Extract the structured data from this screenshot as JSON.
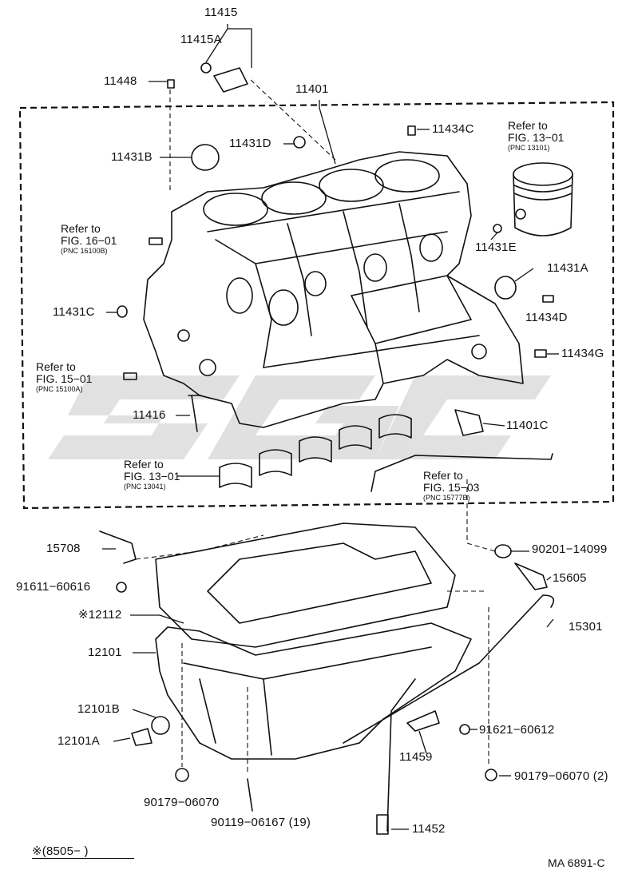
{
  "diagram_code": "MA 6891-C",
  "footnote": "※(8505−        )",
  "refs": [
    {
      "id": "ref-16-01",
      "line1": "Refer to",
      "line2": "FIG. 16−01",
      "line3": "(PNC 16100B)"
    },
    {
      "id": "ref-15-01",
      "line1": "Refer to",
      "line2": "FIG. 15−01",
      "line3": "(PNC 15100A)"
    },
    {
      "id": "ref-13-01-a",
      "line1": "Refer to",
      "line2": "FIG. 13−01",
      "line3": "(PNC 13101)"
    },
    {
      "id": "ref-13-01-b",
      "line1": "Refer to",
      "line2": "FIG. 13−01",
      "line3": "(PNC 13041)"
    },
    {
      "id": "ref-15-03",
      "line1": "Refer to",
      "line2": "FIG. 15−03",
      "line3": "(PNC 15777B)"
    }
  ],
  "parts": {
    "p11415": "11415",
    "p11415A": "11415A",
    "p11448": "11448",
    "p11401": "11401",
    "p11434C": "11434C",
    "p11431D": "11431D",
    "p11431B": "11431B",
    "p11431E": "11431E",
    "p11431A": "11431A",
    "p11431C": "11431C",
    "p11434D": "11434D",
    "p11434G": "11434G",
    "p11416": "11416",
    "p11401C": "11401C",
    "p15708": "15708",
    "p90201": "90201−14099",
    "p91611": "91611−60616",
    "p15605": "15605",
    "p12112": "※12112",
    "p15301": "15301",
    "p12101": "12101",
    "p12101B": "12101B",
    "p12101A": "12101A",
    "p91621": "91621−60612",
    "p11459": "11459",
    "p90179a": "90179−06070",
    "p90179b": "90179−06070 (2)",
    "p90119": "90119−06167 (19)",
    "p11452": "11452"
  }
}
